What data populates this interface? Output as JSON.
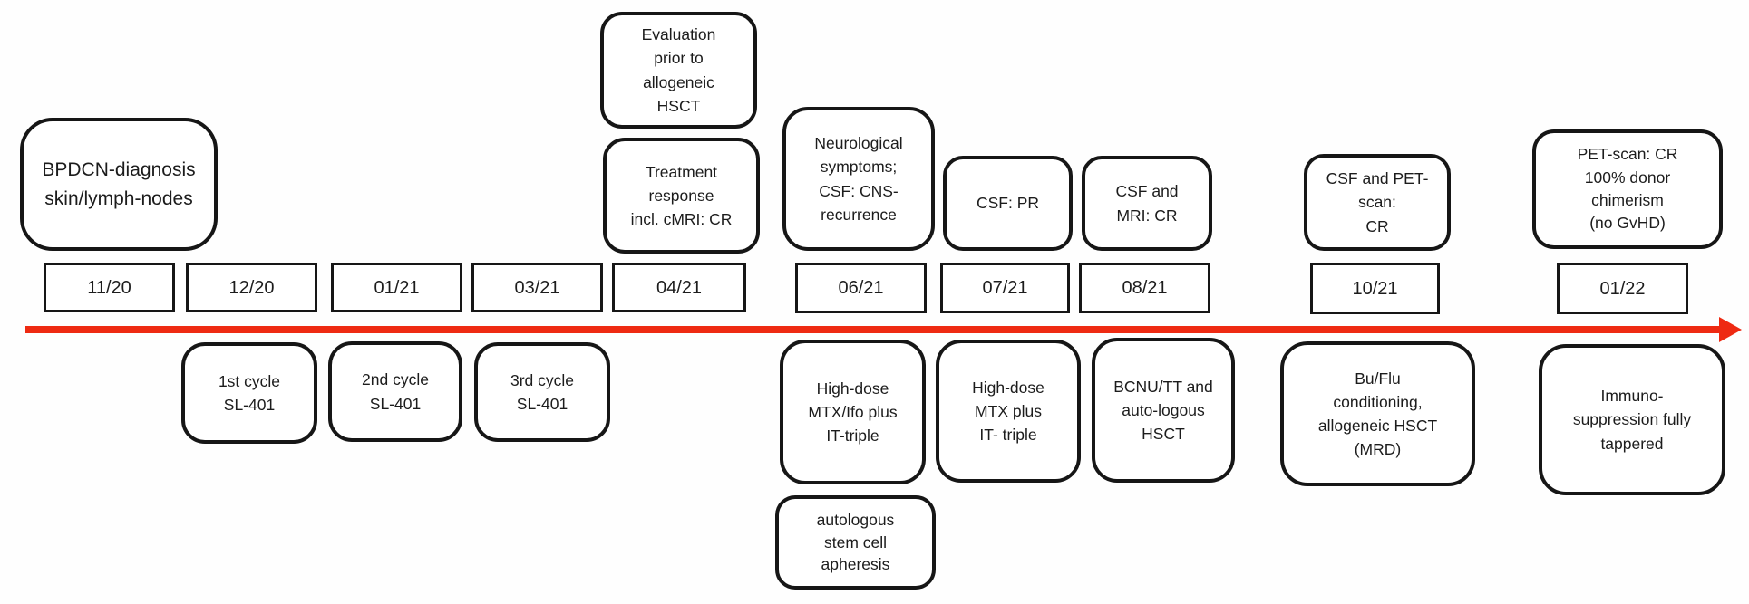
{
  "figure": {
    "description_label": "BPDCN treatment timeline",
    "arrow_color": "#ee2a12",
    "box_border_color": "#161616"
  },
  "dates": [
    {
      "label": "11/20"
    },
    {
      "label": "12/20"
    },
    {
      "label": "01/21"
    },
    {
      "label": "03/21"
    },
    {
      "label": "04/21"
    },
    {
      "label": "06/21"
    },
    {
      "label": "07/21"
    },
    {
      "label": "08/21"
    },
    {
      "label": "10/21"
    },
    {
      "label": "01/22"
    }
  ],
  "events": {
    "diagnosis": {
      "text": "BPDCN-diagnosis\nskin/lymph-nodes"
    },
    "evaluation": {
      "text": "Evaluation\nprior to\nallogeneic\nHSCT"
    },
    "treatment": {
      "text": "Treatment\nresponse\nincl. cMRI: CR"
    },
    "neurological": {
      "text": "Neurological\nsymptoms;\nCSF: CNS-\nrecurrence"
    },
    "csf_pr": {
      "text": "CSF: PR"
    },
    "csf_mri": {
      "text": "CSF and\nMRI: CR"
    },
    "csf_pet": {
      "text": "CSF and PET-\nscan:\nCR"
    },
    "pet_cr": {
      "text": "PET-scan: CR\n100% donor\nchimerism\n(no GvHD)"
    },
    "cycle1": {
      "text": "1st cycle\nSL-401"
    },
    "cycle2": {
      "text": "2nd cycle\nSL-401"
    },
    "cycle3": {
      "text": "3rd cycle\nSL-401"
    },
    "hd_mtx_ifo": {
      "text": "High-dose\nMTX/Ifo plus\nIT-triple"
    },
    "hd_mtx": {
      "text": "High-dose\nMTX plus\nIT- triple"
    },
    "bcnu": {
      "text": "BCNU/TT and\nauto-logous\nHSCT"
    },
    "apheresis": {
      "text": "autologous\nstem cell\napheresis"
    },
    "buflu": {
      "text": "Bu/Flu\nconditioning,\nallogeneic HSCT\n(MRD)"
    },
    "immuno": {
      "text": "Immuno-\nsuppression fully\ntappered"
    }
  }
}
